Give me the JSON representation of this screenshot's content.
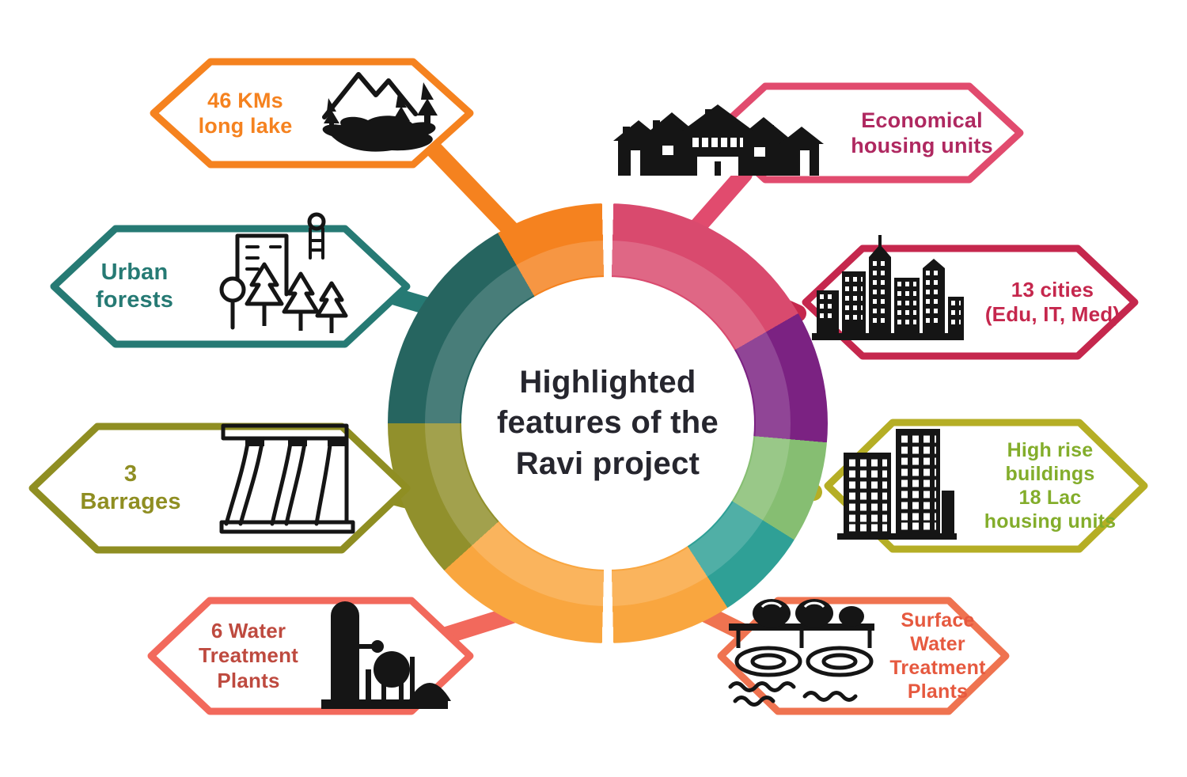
{
  "center": {
    "title": "Highlighted\nfeatures of the\nRavi project"
  },
  "features": [
    {
      "id": "long-lake",
      "label": "46 KMs\nlong lake",
      "icon": "lake-icon",
      "color": "#F5821F",
      "text_color": "#F5821F",
      "side": "left"
    },
    {
      "id": "urban-forests",
      "label": "Urban\nforests",
      "icon": "urban-forest-icon",
      "color": "#267A74",
      "text_color": "#267A74",
      "side": "left"
    },
    {
      "id": "barrages",
      "label": "3\nBarrages",
      "icon": "barrage-icon",
      "color": "#8F8E22",
      "text_color": "#8F8E22",
      "side": "left"
    },
    {
      "id": "water-treatment-plants",
      "label": "6 Water\nTreatment\nPlants",
      "icon": "water-plant-icon",
      "color": "#F2695C",
      "text_color": "#BE4A3F",
      "side": "left"
    },
    {
      "id": "economical-housing",
      "label": "Economical\nhousing units",
      "icon": "houses-icon",
      "color": "#E14B6E",
      "text_color": "#AF2860",
      "side": "right"
    },
    {
      "id": "thirteen-cities",
      "label": "13 cities\n(Edu, IT, Med)",
      "icon": "city-skyline-icon",
      "color": "#C5274D",
      "text_color": "#C5274D",
      "side": "right"
    },
    {
      "id": "high-rise",
      "label": "High rise\nbuildings\n18 Lac\nhousing units",
      "icon": "highrise-icon",
      "color": "#B5AE25",
      "text_color": "#83AD2B",
      "side": "right"
    },
    {
      "id": "surface-water",
      "label": "Surface\nWater\nTreatment\nPlants",
      "icon": "surface-water-icon",
      "color": "#EF7350",
      "text_color": "#E6593F",
      "side": "right"
    }
  ],
  "donut": {
    "segments": [
      {
        "color": "#FFFFFF",
        "from": 0,
        "to": 1.5
      },
      {
        "color": "#D94A6E",
        "from": 1.5,
        "to": 60
      },
      {
        "color": "#7B2282",
        "from": 60,
        "to": 95
      },
      {
        "color": "#86BE72",
        "from": 95,
        "to": 122
      },
      {
        "color": "#2FA096",
        "from": 122,
        "to": 147
      },
      {
        "color": "#F9A63F",
        "from": 147,
        "to": 178.5
      },
      {
        "color": "#FFFFFF",
        "from": 178.5,
        "to": 181.5
      },
      {
        "color": "#F9A63F",
        "from": 181.5,
        "to": 228
      },
      {
        "color": "#91902C",
        "from": 228,
        "to": 270
      },
      {
        "color": "#266560",
        "from": 270,
        "to": 330
      },
      {
        "color": "#F5821F",
        "from": 330,
        "to": 358.5
      },
      {
        "color": "#FFFFFF",
        "from": 358.5,
        "to": 360
      }
    ]
  }
}
